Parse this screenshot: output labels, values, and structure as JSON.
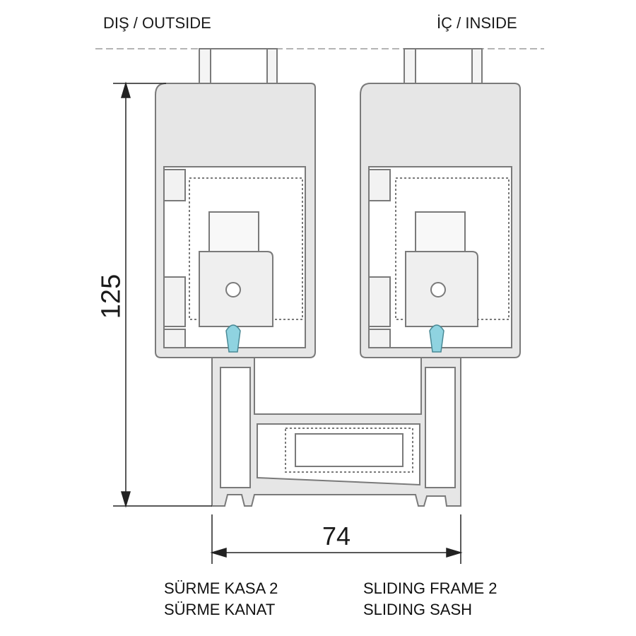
{
  "labels": {
    "outside": "DIŞ / OUTSIDE",
    "inside": "İÇ / INSIDE"
  },
  "dimensions": {
    "height": "125",
    "width": "74"
  },
  "captions": {
    "turkish_line1": "SÜRME KASA 2",
    "turkish_line2": "SÜRME KANAT",
    "english_line1": "SLIDING FRAME 2",
    "english_line2": "SLIDING SASH"
  },
  "colors": {
    "profile_fill": "#e6e6e6",
    "profile_stroke": "#7a7a7a",
    "gasket": "#8fd3e0",
    "dimension_line": "#222222"
  }
}
